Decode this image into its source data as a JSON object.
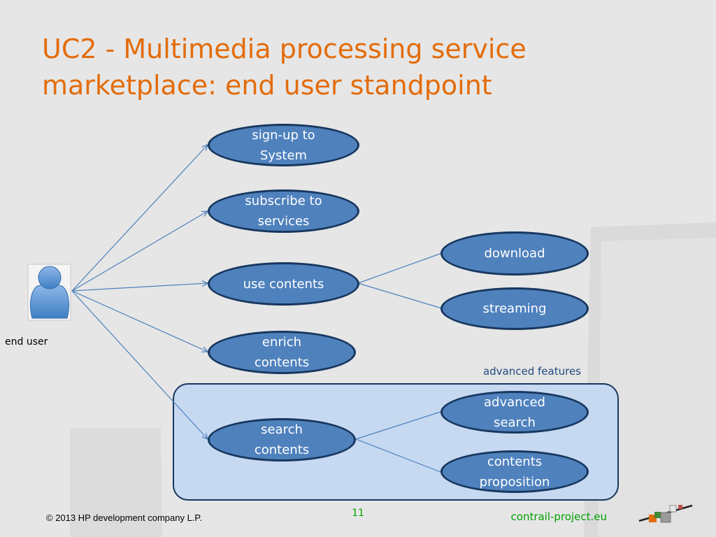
{
  "slide": {
    "title_line1": "UC2 - Multimedia processing service",
    "title_line2": "marketplace: end user standpoint",
    "actor": {
      "label": "end user",
      "icon": "user-icon"
    },
    "group_label": "advanced features",
    "use_cases": [
      {
        "line1": "sign-up to",
        "line2": "System"
      },
      {
        "line1": "subscribe to",
        "line2": "services"
      },
      {
        "line1": "use contents",
        "line2": ""
      },
      {
        "line1": "enrich",
        "line2": "contents"
      },
      {
        "line1": "search",
        "line2": "contents"
      },
      {
        "line1": "download",
        "line2": ""
      },
      {
        "line1": "streaming",
        "line2": ""
      },
      {
        "line1": "advanced",
        "line2": "search"
      },
      {
        "line1": "contents",
        "line2": "proposition"
      }
    ],
    "footer": {
      "copyright": "© 2013 HP development company L.P.",
      "page_number": "11",
      "website": "contrail-project.eu",
      "logo": "contrail-logo-icon"
    },
    "colors": {
      "title": "#e36c0a",
      "ellipse_fill": "#4f81bd",
      "ellipse_border": "#17375e",
      "group_fill": "#c6d9f1",
      "footer_green": "#00a000"
    }
  }
}
